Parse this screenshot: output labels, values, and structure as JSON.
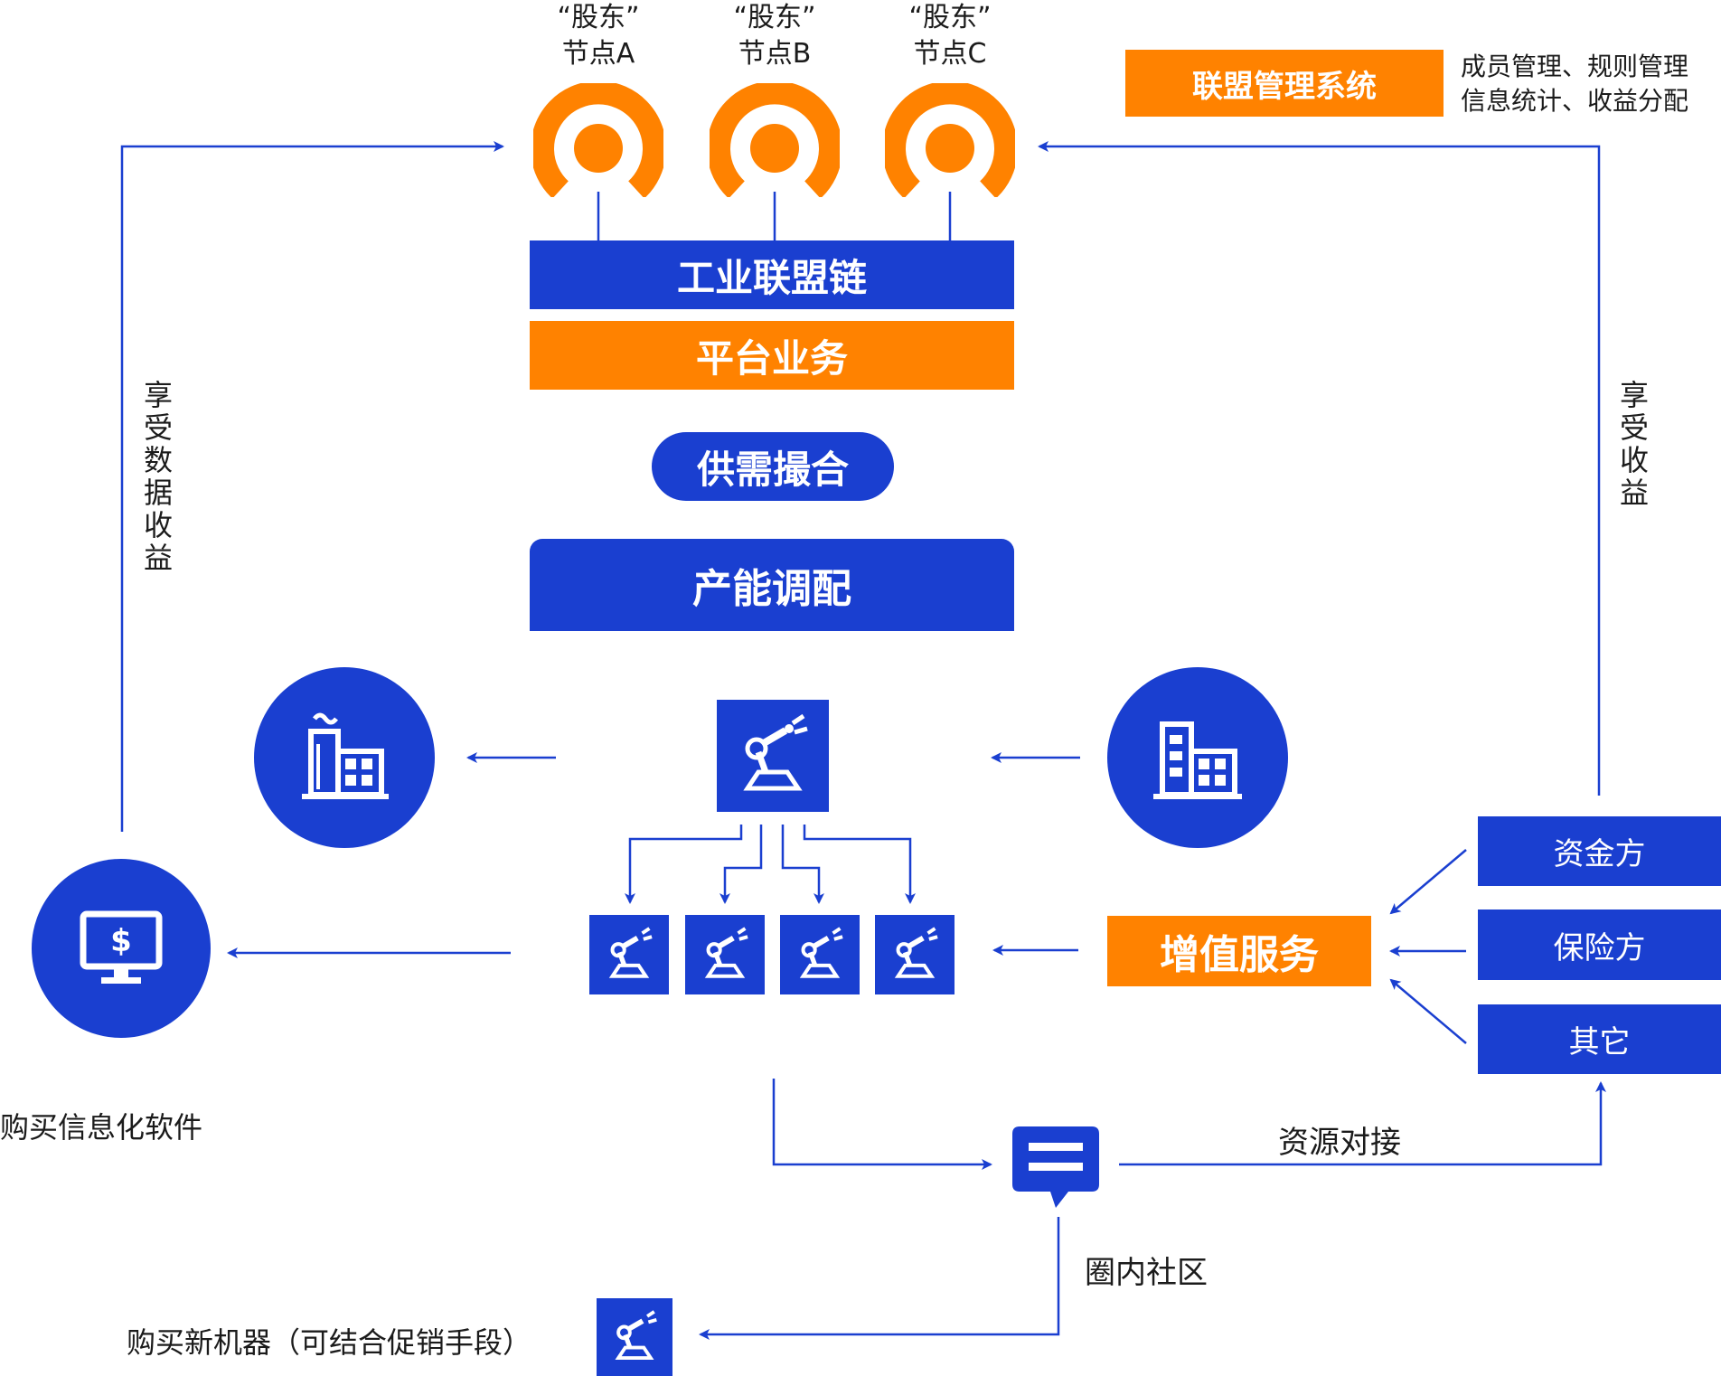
{
  "nodes": [
    {
      "line1": "“股东”",
      "line2": "节点A"
    },
    {
      "line1": "“股东”",
      "line2": "节点B"
    },
    {
      "line1": "“股东”",
      "line2": "节点C"
    }
  ],
  "alliance": {
    "title": "联盟管理系统",
    "desc_line1": "成员管理、规则管理",
    "desc_line2": "信息统计、收益分配"
  },
  "stack": {
    "chain": "工业联盟链",
    "platform": "平台业务",
    "matching": "供需撮合",
    "capacity": "产能调配"
  },
  "left_flow": {
    "enjoy_data": "享受数据收益",
    "buy_software": "购买信息化软件"
  },
  "right_flow": {
    "enjoy_revenue": "享受收益"
  },
  "services": {
    "value_added": "增值服务",
    "providers": [
      "资金方",
      "保险方",
      "其它"
    ]
  },
  "community": {
    "resource_link": "资源对接",
    "circle": "圈内社区",
    "buy_machine": "购买新机器（可结合促销手段）"
  },
  "colors": {
    "blue": "#1a3fd0",
    "orange": "#ff8200"
  }
}
